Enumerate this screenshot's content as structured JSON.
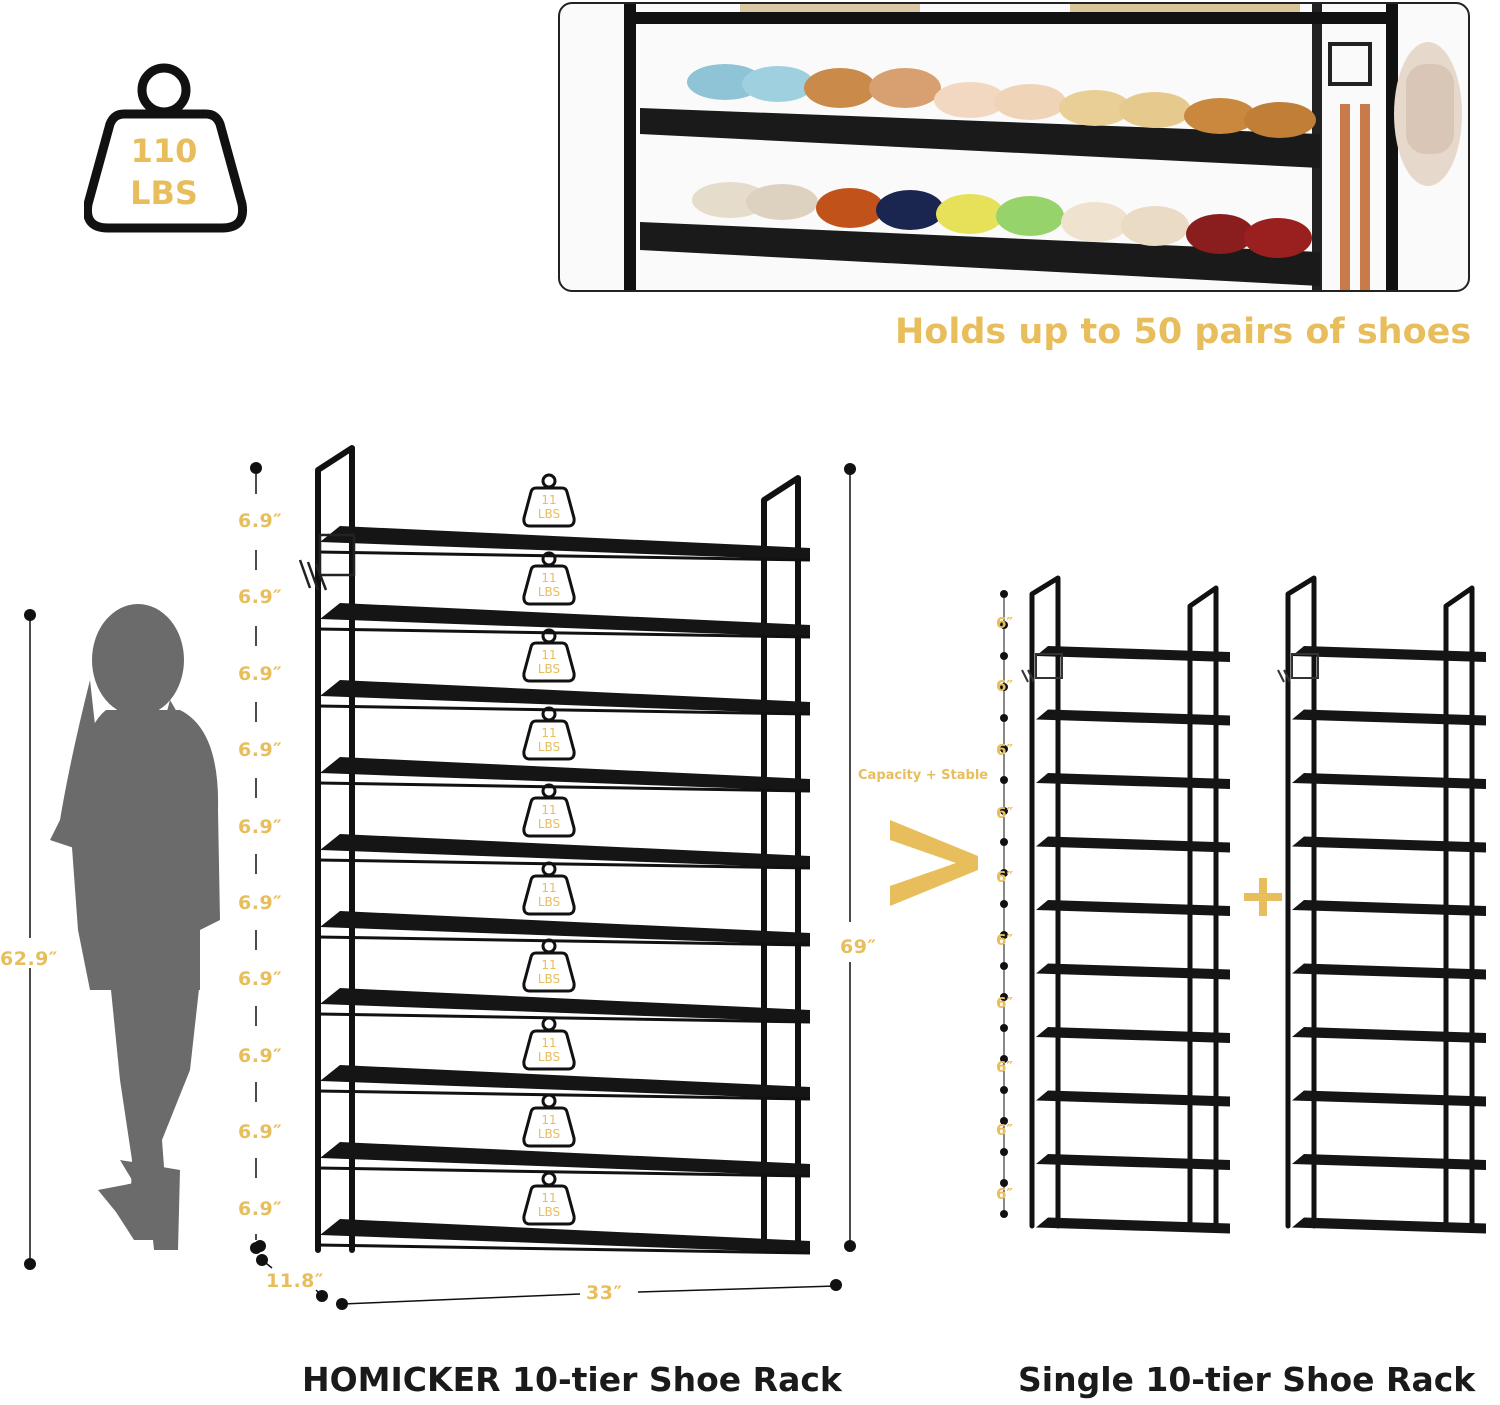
{
  "load": {
    "value": "110",
    "unit": "LBS"
  },
  "photo": {
    "caption": "Holds up to 50 pairs of shoes"
  },
  "main_rack": {
    "tier_spacing": [
      "6.9″",
      "6.9″",
      "6.9″",
      "6.9″",
      "6.9″",
      "6.9″",
      "6.9″",
      "6.9″",
      "6.9″",
      "6.9″"
    ],
    "tier_weight": {
      "value": "11",
      "unit": "LBS"
    },
    "height": "69″",
    "depth": "11.8″",
    "width": "33″",
    "title": "HOMICKER 10-tier Shoe Rack"
  },
  "person": {
    "height": "62.9″"
  },
  "comparison": {
    "label": "Capacity + Stable",
    "symbol": ">",
    "plus": "+"
  },
  "single_rack": {
    "tier_spacing": [
      "6″",
      "6″",
      "6″",
      "6″",
      "6″",
      "6″",
      "6″",
      "6″",
      "6″",
      "6″"
    ],
    "title": "Single 10-tier Shoe Rack"
  },
  "colors": {
    "accent": "#E8BE5C",
    "frame": "#111111",
    "silhouette": "#6b6b6b"
  }
}
